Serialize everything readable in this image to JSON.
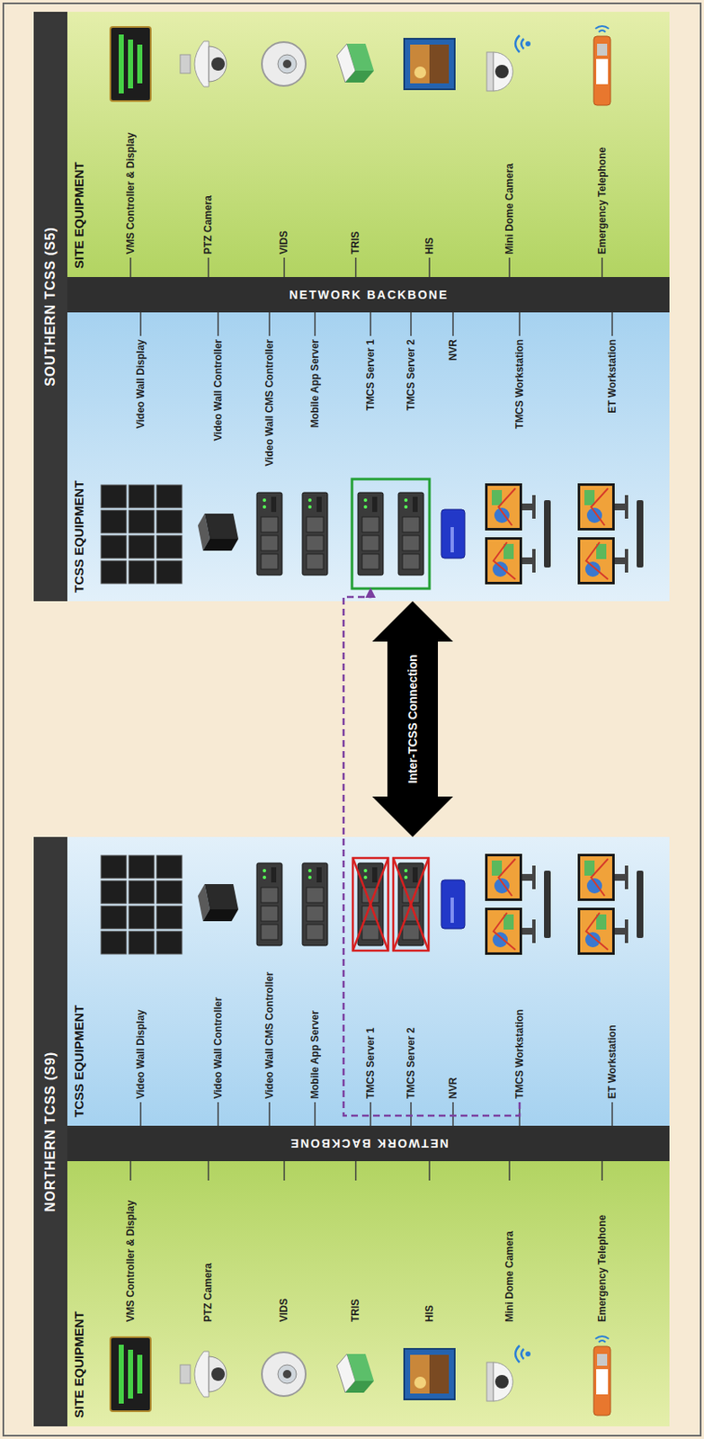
{
  "diagram": {
    "nodes": [
      {
        "text": [
          "NORTHERN TCSS (S9)"
        ]
      },
      {
        "text": [
          "SITE EQUIPMENT"
        ],
        "in": 0
      },
      {
        "text": [
          "VMS Controller & Display"
        ],
        "in": 1
      },
      {
        "text": [
          "PTZ Camera"
        ],
        "in": 1
      },
      {
        "text": [
          "VIDS"
        ],
        "in": 1
      },
      {
        "text": [
          "TRIS"
        ],
        "in": 1
      },
      {
        "text": [
          "HIS"
        ],
        "in": 1
      },
      {
        "text": [
          "Mini Dome Camera"
        ],
        "in": 1
      },
      {
        "text": [
          "Emergency Telephone"
        ],
        "in": 1
      },
      {
        "text": [
          "NETWORK BACKBONE"
        ],
        "in": 0
      },
      {
        "text": [
          "TCSS EQUIPMENT"
        ],
        "in": 0
      },
      {
        "text": [
          "Video Wall Display"
        ],
        "in": 10
      },
      {
        "text": [
          "Video Wall Controller"
        ],
        "in": 10
      },
      {
        "text": [
          "Video Wall CMS Controller"
        ],
        "in": 10
      },
      {
        "text": [
          "Mobile App Server"
        ],
        "in": 10
      },
      {
        "text": [
          "TMCS Server 1"
        ],
        "in": 10
      },
      {
        "text": [
          "TMCS Server 2"
        ],
        "in": 10
      },
      {
        "text": [
          "NVR"
        ],
        "in": 10
      },
      {
        "text": [
          "TMCS Workstation"
        ],
        "in": 10
      },
      {
        "text": [
          "ET Workstation"
        ],
        "in": 10
      },
      {
        "text": [
          "SOUTHERN TCSS (S5)"
        ]
      },
      {
        "text": [
          "TCSS EQUIPMENT"
        ],
        "in": 20
      },
      {
        "text": [
          "Video Wall Display"
        ],
        "in": 21
      },
      {
        "text": [
          "Video Wall Controller"
        ],
        "in": 21
      },
      {
        "text": [
          "Video Wall CMS Controller"
        ],
        "in": 21
      },
      {
        "text": [
          "Mobile App Server"
        ],
        "in": 21
      },
      {
        "text": [
          "TMCS Server 1"
        ],
        "in": 21
      },
      {
        "text": [
          "TMCS Server 2"
        ],
        "in": 21
      },
      {
        "text": [
          "NVR"
        ],
        "in": 21
      },
      {
        "text": [
          "TMCS Workstation"
        ],
        "in": 21
      },
      {
        "text": [
          "ET Workstation"
        ],
        "in": 21
      },
      {
        "text": [
          "NETWORK BACKBONE"
        ],
        "in": 20
      },
      {
        "text": [
          "SITE EQUIPMENT"
        ],
        "in": 20
      },
      {
        "text": [
          "VMS Controller & Display"
        ],
        "in": 32
      },
      {
        "text": [
          "PTZ Camera"
        ],
        "in": 32
      },
      {
        "text": [
          "VIDS"
        ],
        "in": 32
      },
      {
        "text": [
          "TRIS"
        ],
        "in": 32
      },
      {
        "text": [
          "HIS"
        ],
        "in": 32
      },
      {
        "text": [
          "Mini Dome Camera"
        ],
        "in": 32
      },
      {
        "text": [
          "Emergency Telephone"
        ],
        "in": 32
      }
    ],
    "edges": [
      {
        "from": 2,
        "to": 9,
        "arrow": "none"
      },
      {
        "from": 3,
        "to": 9,
        "arrow": "none"
      },
      {
        "from": 4,
        "to": 9,
        "arrow": "none"
      },
      {
        "from": 5,
        "to": 9,
        "arrow": "none"
      },
      {
        "from": 6,
        "to": 9,
        "arrow": "none"
      },
      {
        "from": 7,
        "to": 9,
        "arrow": "none"
      },
      {
        "from": 8,
        "to": 9,
        "arrow": "none"
      },
      {
        "from": 11,
        "to": 9,
        "arrow": "none"
      },
      {
        "from": 12,
        "to": 9,
        "arrow": "none"
      },
      {
        "from": 13,
        "to": 9,
        "arrow": "none"
      },
      {
        "from": 14,
        "to": 9,
        "arrow": "none"
      },
      {
        "from": 15,
        "to": 9,
        "arrow": "none"
      },
      {
        "from": 16,
        "to": 9,
        "arrow": "none"
      },
      {
        "from": 17,
        "to": 9,
        "arrow": "none"
      },
      {
        "from": 18,
        "to": 9,
        "arrow": "none"
      },
      {
        "from": 19,
        "to": 9,
        "arrow": "none"
      },
      {
        "from": 22,
        "to": 31,
        "arrow": "none"
      },
      {
        "from": 23,
        "to": 31,
        "arrow": "none"
      },
      {
        "from": 24,
        "to": 31,
        "arrow": "none"
      },
      {
        "from": 25,
        "to": 31,
        "arrow": "none"
      },
      {
        "from": 26,
        "to": 31,
        "arrow": "none"
      },
      {
        "from": 27,
        "to": 31,
        "arrow": "none"
      },
      {
        "from": 28,
        "to": 31,
        "arrow": "none"
      },
      {
        "from": 29,
        "to": 31,
        "arrow": "none"
      },
      {
        "from": 30,
        "to": 31,
        "arrow": "none"
      },
      {
        "from": 33,
        "to": 31,
        "arrow": "none"
      },
      {
        "from": 34,
        "to": 31,
        "arrow": "none"
      },
      {
        "from": 35,
        "to": 31,
        "arrow": "none"
      },
      {
        "from": 36,
        "to": 31,
        "arrow": "none"
      },
      {
        "from": 37,
        "to": 31,
        "arrow": "none"
      },
      {
        "from": 38,
        "to": 31,
        "arrow": "none"
      },
      {
        "from": 39,
        "to": 31,
        "arrow": "none"
      },
      {
        "from": 10,
        "to": 21,
        "arrow": "both",
        "label": "Inter-TCSS Connection"
      },
      {
        "from": 18,
        "to": 26,
        "arrow": "to"
      }
    ]
  }
}
